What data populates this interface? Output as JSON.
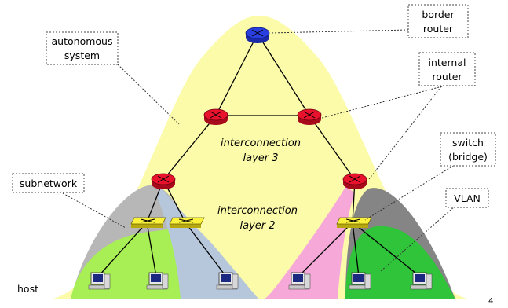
{
  "labels": {
    "autonomous_system": [
      "autonomous",
      "system"
    ],
    "border_router": [
      "border",
      "router"
    ],
    "internal_router": [
      "internal",
      "router"
    ],
    "switch_bridge": [
      "switch",
      "(bridge)"
    ],
    "subnetwork": "subnetwork",
    "vlan": "VLAN",
    "host": "host",
    "layer3": [
      "interconnection",
      "layer 3"
    ],
    "layer2": [
      "interconnection",
      "layer 2"
    ],
    "page_number": "4"
  },
  "colors": {
    "as_fill": "#fbfbaa",
    "border_router": "#2a3fe0",
    "internal_router": "#e8122c",
    "switch": "#fbf23d",
    "subnet_gray": "#b7b7b7",
    "subnet_green": "#a7ef55",
    "subnet_blue": "#b6c7dc",
    "subnet_pink": "#f6a8d8",
    "subnet_darkgray": "#858585",
    "vlan_green": "#2fc43a"
  },
  "icons": [
    "router-icon",
    "switch-icon",
    "computer-icon"
  ]
}
